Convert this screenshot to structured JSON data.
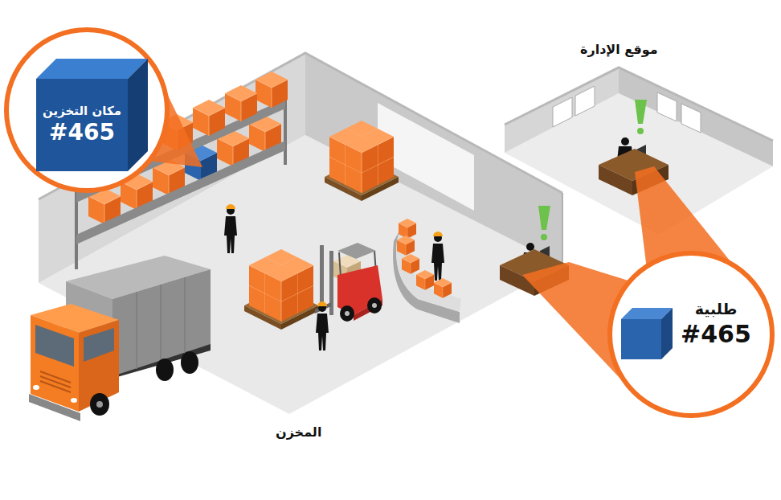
{
  "diagram": {
    "nodes": [
      {
        "text": [
          "مكان التخزين",
          "#465"
        ]
      },
      {
        "text": [
          "طلبية",
          "#465"
        ]
      }
    ],
    "labels": [
      "موقع الإدارة",
      "المخزن"
    ]
  }
}
